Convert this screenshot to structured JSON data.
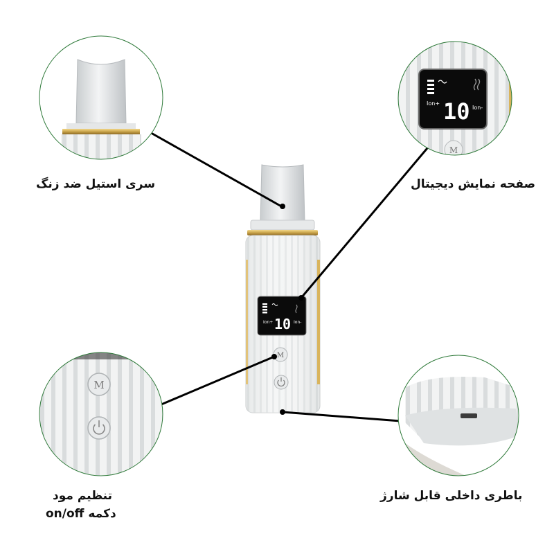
{
  "labels": {
    "steel_head": "سری استیل ضد زنگ",
    "digital_display": "صفحه نمایش دیجیتال",
    "mode_setting": "تنظیم مود",
    "onoff_button": "دکمه on/off",
    "battery": "باطری داخلی قابل شارژ"
  },
  "display": {
    "value": "10",
    "unit_mark": "\"",
    "ion_plus": "Ion+",
    "ion_minus": "Ion-"
  },
  "buttons": {
    "mode_letter": "M"
  },
  "colors": {
    "device_body": "#eef0f0",
    "gold_ring": "#c9a34a",
    "screen": "#0b0b0b",
    "leader_line": "#000000"
  }
}
